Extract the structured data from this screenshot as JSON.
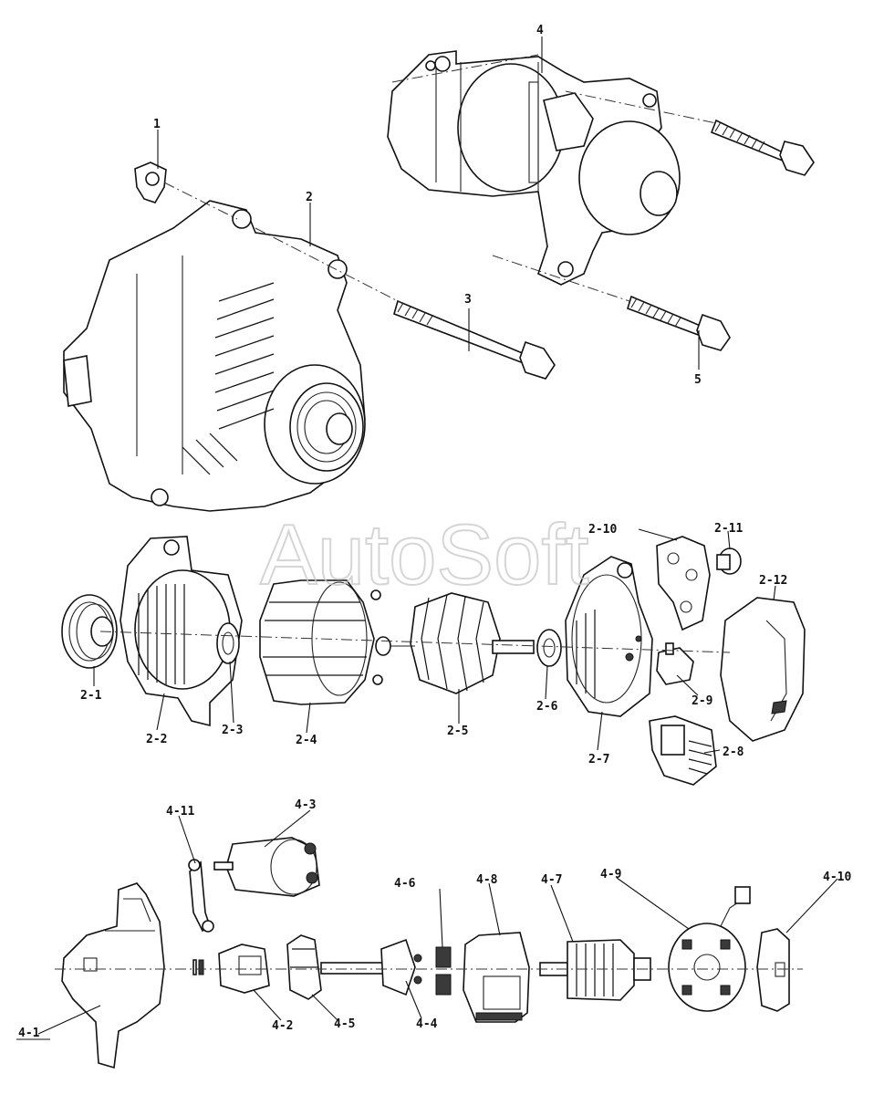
{
  "watermark": "AutoSoft",
  "labels": {
    "p1": "1",
    "p2": "2",
    "p3": "3",
    "p4": "4",
    "p5": "5",
    "p2_1": "2-1",
    "p2_2": "2-2",
    "p2_3": "2-3",
    "p2_4": "2-4",
    "p2_5": "2-5",
    "p2_6": "2-6",
    "p2_7": "2-7",
    "p2_8": "2-8",
    "p2_9": "2-9",
    "p2_10": "2-10",
    "p2_11": "2-11",
    "p2_12": "2-12",
    "p4_1": "4-1",
    "p4_2": "4-2",
    "p4_3": "4-3",
    "p4_4": "4-4",
    "p4_5": "4-5",
    "p4_6": "4-6",
    "p4_7": "4-7",
    "p4_8": "4-8",
    "p4_9": "4-9",
    "p4_10": "4-10",
    "p4_11": "4-11"
  }
}
